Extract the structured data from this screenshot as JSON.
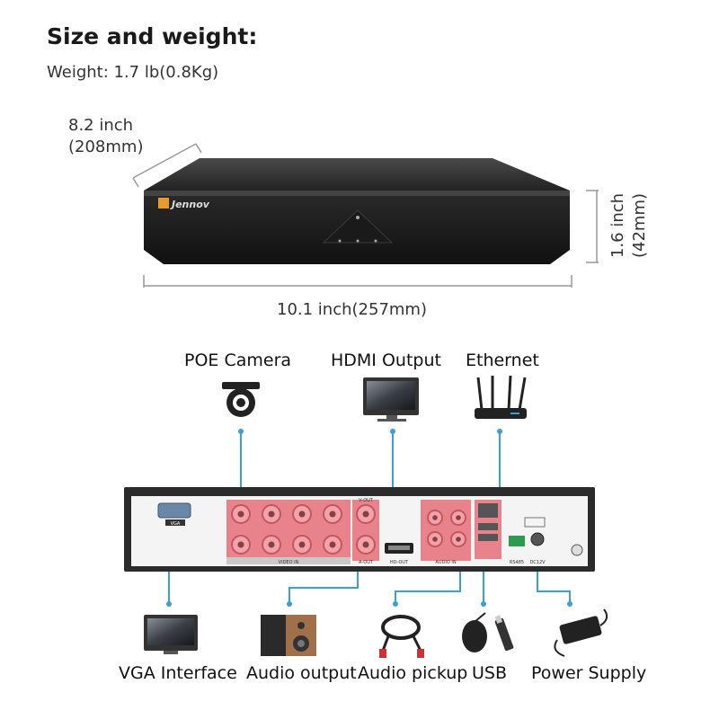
{
  "heading": {
    "title": "Size and weight:",
    "weight": "Weight: 1.7 lb(0.8Kg)"
  },
  "dimensions": {
    "depth_line1": "8.2 inch",
    "depth_line2": "(208mm)",
    "width": "10.1 inch(257mm)",
    "height_line1": "1.6 inch",
    "height_line2": "(42mm)"
  },
  "device": {
    "brand": "Jennov",
    "front_indicators": [
      "",
      "",
      ""
    ],
    "rear_port_labels": {
      "vga": "VGA",
      "video_in": "VIDEO IN",
      "v_out": "V-OUT",
      "a_out": "A-OUT",
      "hd_out": "HD-OUT",
      "audio_in": "AUDIO IN",
      "rs485": "RS485",
      "dc12v": "DC12V"
    }
  },
  "connections": {
    "top": [
      "POE Camera",
      "HDMI Output",
      "Ethernet"
    ],
    "bottom": [
      "VGA Interface",
      "Audio output",
      "Audio pickup",
      "USB",
      "Power Supply"
    ]
  },
  "colors": {
    "line": "#3aa0d6",
    "device_body": "#2b2b2b",
    "port_panel": "#e8838b",
    "port_ring": "#c6555f"
  }
}
